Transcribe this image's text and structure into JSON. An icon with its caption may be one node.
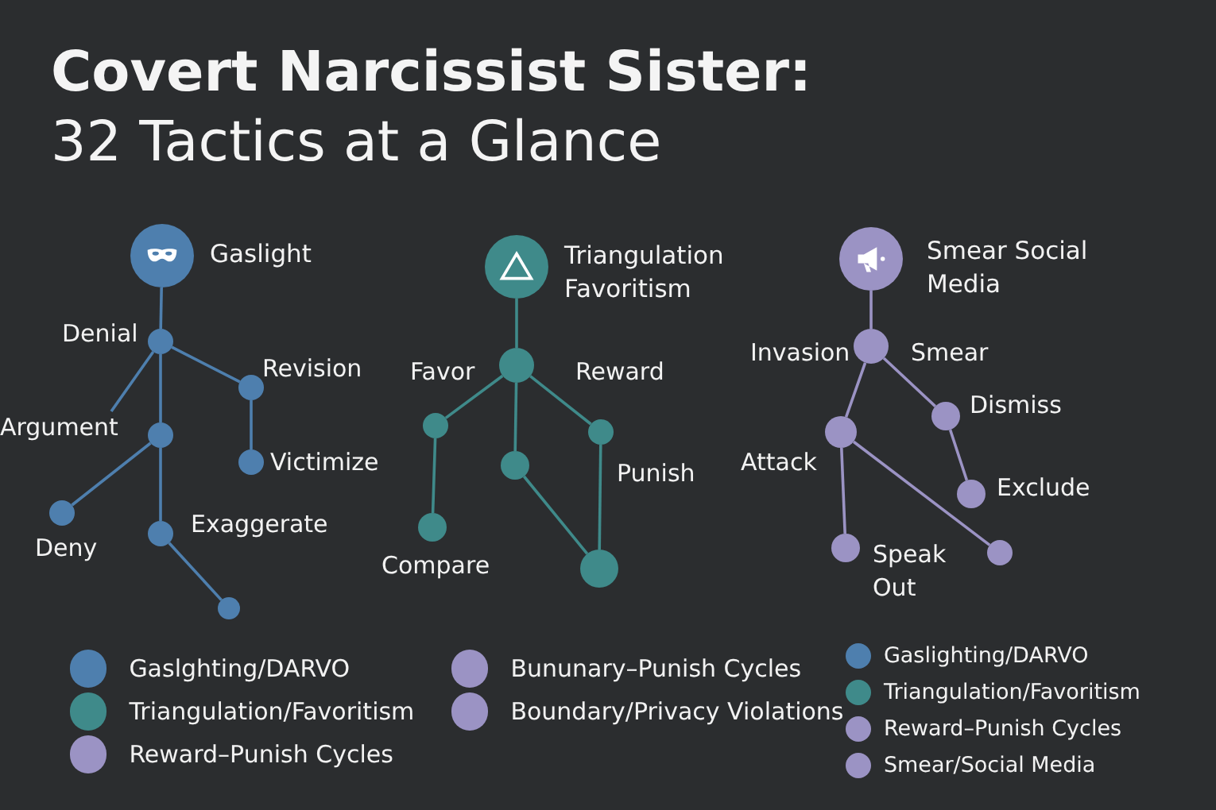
{
  "diagram": {
    "title": "**Covert Narcissist Sister:** 32 Tactics at a Glance",
    "nodes": [
      {
        "text": [],
        "shape": "circle",
        "beside": [
          "Gaslight"
        ]
      },
      {
        "text": [],
        "shape": "circle",
        "beside": [
          "Denial"
        ]
      },
      {
        "text": [],
        "shape": "circle",
        "beside": [
          "Revision"
        ]
      },
      {
        "text": [
          "Argument"
        ]
      },
      {
        "text": [],
        "shape": "circle"
      },
      {
        "text": [],
        "shape": "circle",
        "beside": [
          "Victimize"
        ]
      },
      {
        "text": [],
        "shape": "circle",
        "beside": [
          "Deny"
        ]
      },
      {
        "text": [],
        "shape": "circle",
        "beside": [
          "Exaggerate"
        ]
      },
      {
        "text": [],
        "shape": "circle"
      },
      {
        "text": [],
        "shape": "circle",
        "beside": [
          "Triangulation Favoritism"
        ]
      },
      {
        "text": [],
        "shape": "circle",
        "beside": [
          "Favor",
          "Reward"
        ]
      },
      {
        "text": [],
        "shape": "circle"
      },
      {
        "text": [],
        "shape": "circle",
        "beside": [
          "Punish"
        ]
      },
      {
        "text": [],
        "shape": "circle"
      },
      {
        "text": [],
        "shape": "circle",
        "beside": [
          "Compare"
        ]
      },
      {
        "text": [],
        "shape": "circle"
      },
      {
        "text": [],
        "shape": "circle",
        "beside": [
          "Smear Social Media"
        ]
      },
      {
        "text": [],
        "shape": "circle",
        "beside": [
          "Invasion",
          "Smear"
        ]
      },
      {
        "text": [],
        "shape": "circle",
        "beside": [
          "Dismiss"
        ]
      },
      {
        "text": [],
        "shape": "circle",
        "beside": [
          "Attack"
        ]
      },
      {
        "text": [],
        "shape": "circle",
        "beside": [
          "Exclude"
        ]
      },
      {
        "text": [],
        "shape": "circle",
        "beside": [
          "Speak Out"
        ]
      },
      {
        "text": [],
        "shape": "circle"
      }
    ],
    "edges": [
      {
        "from": 0,
        "to": 1,
        "arrow": "none"
      },
      {
        "from": 1,
        "to": 2,
        "arrow": "none"
      },
      {
        "from": 1,
        "to": 3,
        "arrow": "none"
      },
      {
        "from": 1,
        "to": 4,
        "arrow": "none"
      },
      {
        "from": 2,
        "to": 5,
        "arrow": "none"
      },
      {
        "from": 4,
        "to": 6,
        "arrow": "none"
      },
      {
        "from": 4,
        "to": 7,
        "arrow": "none"
      },
      {
        "from": 7,
        "to": 8,
        "arrow": "none"
      },
      {
        "from": 9,
        "to": 10,
        "arrow": "none"
      },
      {
        "from": 10,
        "to": 11,
        "arrow": "none"
      },
      {
        "from": 10,
        "to": 13,
        "arrow": "none"
      },
      {
        "from": 10,
        "to": 12,
        "arrow": "none"
      },
      {
        "from": 11,
        "to": 14,
        "arrow": "none"
      },
      {
        "from": 13,
        "to": 15,
        "arrow": "none"
      },
      {
        "from": 12,
        "to": 15,
        "arrow": "none"
      },
      {
        "from": 16,
        "to": 17,
        "arrow": "none"
      },
      {
        "from": 17,
        "to": 19,
        "arrow": "none"
      },
      {
        "from": 17,
        "to": 18,
        "arrow": "none"
      },
      {
        "from": 18,
        "to": 20,
        "arrow": "none"
      },
      {
        "from": 19,
        "to": 21,
        "arrow": "none"
      },
      {
        "from": 19,
        "to": 22,
        "arrow": "none"
      }
    ],
    "legend": [
      {
        "text": "Gaslghting/DARVO",
        "color": "#4e7fae"
      },
      {
        "text": "Triangulation/Favoritism",
        "color": "#3f8a8a"
      },
      {
        "text": "Reward–Punish Cycles",
        "color": "#9b93c4"
      },
      {
        "text": "Bununary–Punish Cycles",
        "color": "#9b93c4"
      },
      {
        "text": "Boundary/Privacy Violations",
        "color": "#9b93c4"
      },
      {
        "text": "Gaslighting/DARVO",
        "color": "#4e7fae"
      },
      {
        "text": "Triangulation/Favoritism",
        "color": "#3f8a8a"
      },
      {
        "text": "Reward–Punish Cycles",
        "color": "#9b93c4"
      },
      {
        "text": "Smear/Social Media",
        "color": "#9b93c4"
      }
    ]
  }
}
